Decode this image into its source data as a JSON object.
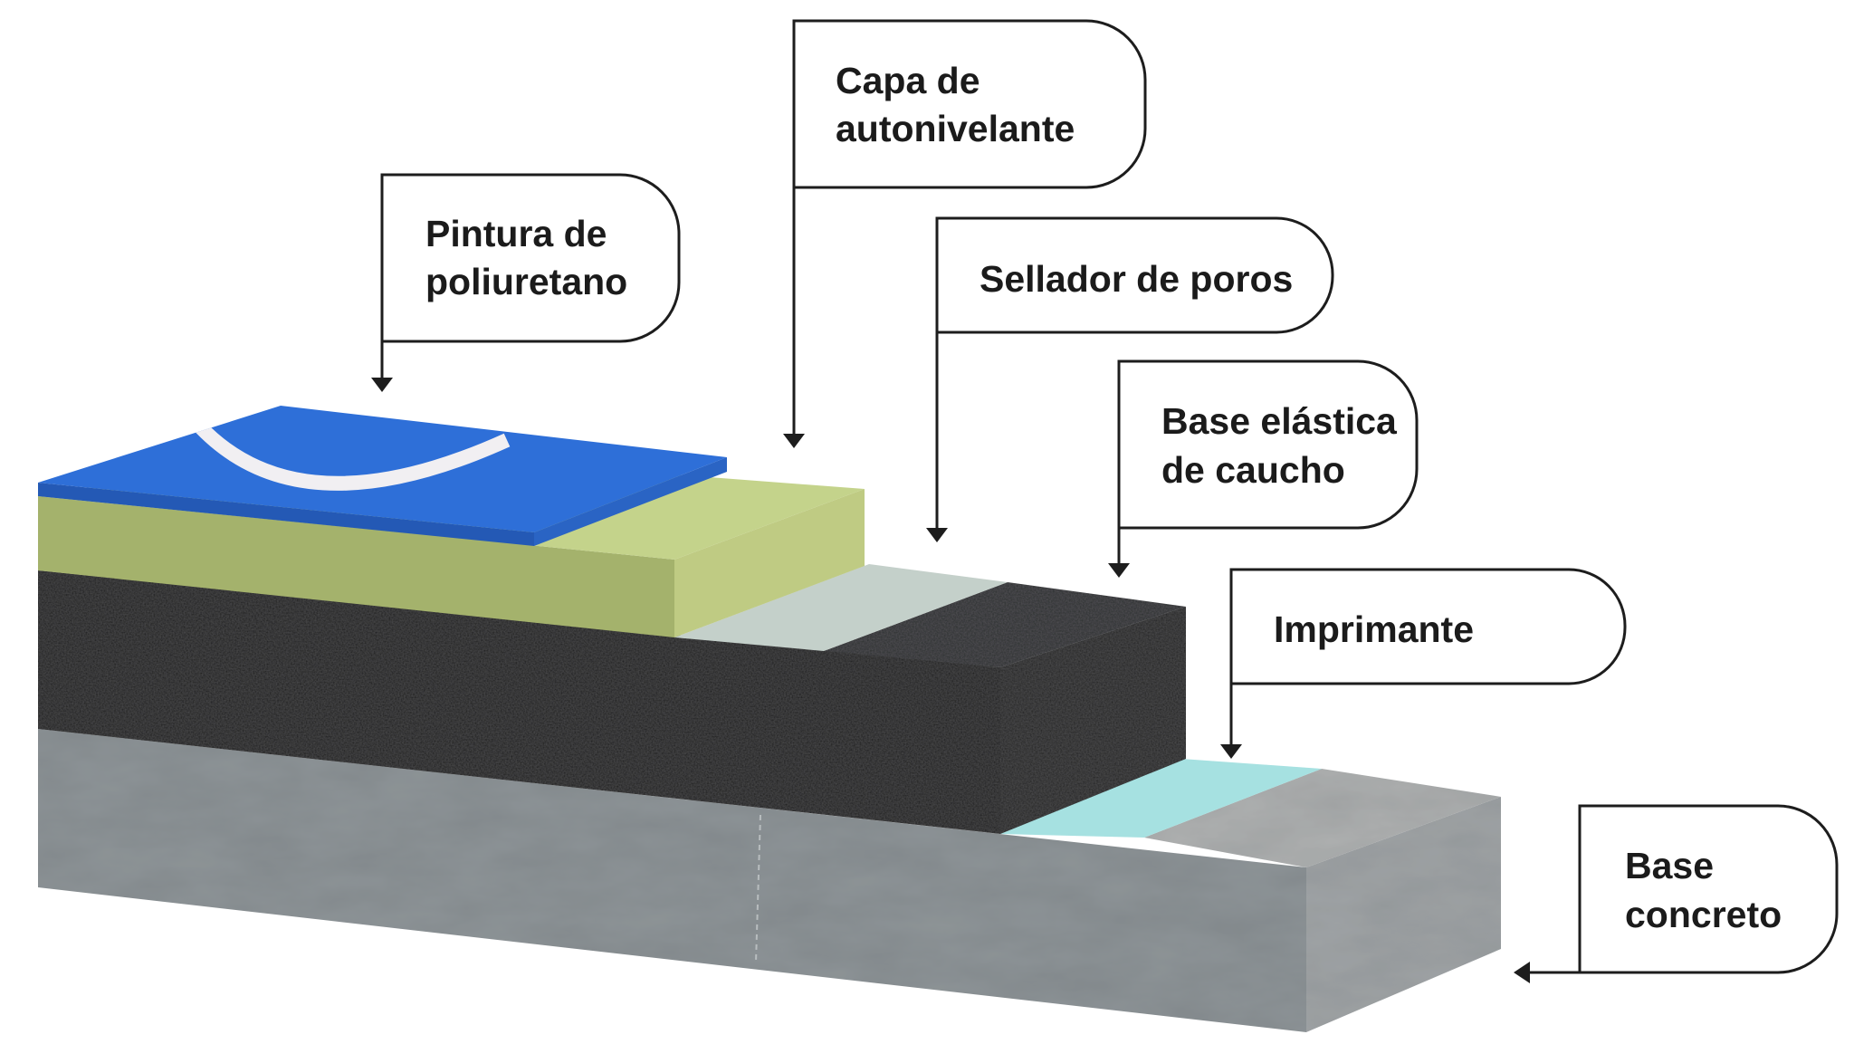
{
  "layers": [
    {
      "id": "pintura",
      "label_lines": [
        "Pintura de",
        "poliuretano"
      ],
      "color_top": "#2e6fd6",
      "color_front": "#2a63c2"
    },
    {
      "id": "autonivelante",
      "label_lines": [
        "Capa de",
        "autonivelante"
      ],
      "color_top": "#c3d28a",
      "color_front": "#a6b46d"
    },
    {
      "id": "sellador",
      "label_lines": [
        "Sellador de poros"
      ],
      "color_top": "#c5d1cb"
    },
    {
      "id": "caucho",
      "label_lines": [
        "Base elástica",
        "de caucho"
      ],
      "color_top": "#262728",
      "color_front": "#141515"
    },
    {
      "id": "imprimante",
      "label_lines": [
        "Imprimante"
      ],
      "color_top": "#a7e2e2"
    },
    {
      "id": "concreto",
      "label_lines": [
        "Base",
        "concreto"
      ],
      "color_top": "#a9acad",
      "color_front": "#8f9598"
    }
  ]
}
